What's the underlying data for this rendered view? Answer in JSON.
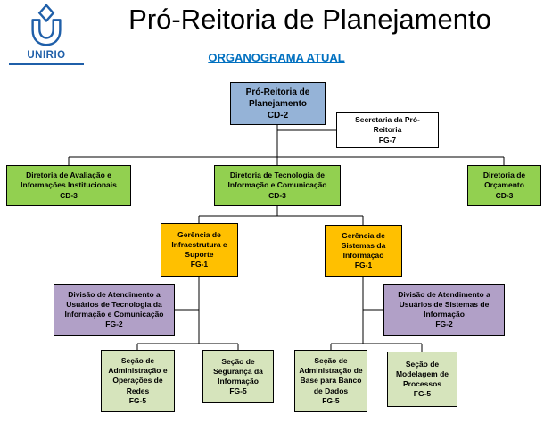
{
  "colors": {
    "node-blue": "#95B3D7",
    "node-green": "#92D050",
    "node-orange": "#FFC000",
    "node-purple": "#B1A0C7",
    "node-pale": "#D6E4BC",
    "accent-blue": "#0070C0",
    "logo-blue": "#1F5FA9",
    "line-black": "#000000"
  },
  "header": {
    "logo_text": "UNIRIO",
    "title": "Pró-Reitoria de Planejamento",
    "subtitle": "ORGANOGRAMA ATUAL"
  },
  "nodes": {
    "pro_reitoria": {
      "label": "Pró-Reitoria de\nPlanejamento\nCD-2"
    },
    "secretaria": {
      "label": "Secretaria da Pró-\nReitoria\nFG-7"
    },
    "dir_avaliacao": {
      "label": "Diretoria de Avaliação e\nInformações Institucionais\nCD-3"
    },
    "dir_tecnologia": {
      "label": "Diretoria de Tecnologia de\nInformação e Comunicação\nCD-3"
    },
    "dir_orcamento": {
      "label": "Diretoria de\nOrçamento\nCD-3"
    },
    "ger_infraestrutura": {
      "label": "Gerência de\nInfraestrutura e\nSuporte\nFG-1"
    },
    "ger_sistemas": {
      "label": "Gerência de\nSistemas da\nInformação\nFG-1"
    },
    "div_atendimento_tic": {
      "label": "Divisão de Atendimento a\nUsuários de Tecnologia da\nInformação e Comunicação\nFG-2"
    },
    "div_atendimento_si": {
      "label": "Divisão de Atendimento a\nUsuários de Sistemas de\nInformação\nFG-2"
    },
    "sec_redes": {
      "label": "Seção de\nAdministração e\nOperações de\nRedes\nFG-5"
    },
    "sec_seguranca": {
      "label": "Seção de\nSegurança da\nInformação\nFG-5"
    },
    "sec_banco_dados": {
      "label": "Seção de\nAdministração de\nBase para Banco\nde Dados\nFG-5"
    },
    "sec_modelagem": {
      "label": "Seção de\nModelagem de\nProcessos\nFG-5"
    }
  }
}
